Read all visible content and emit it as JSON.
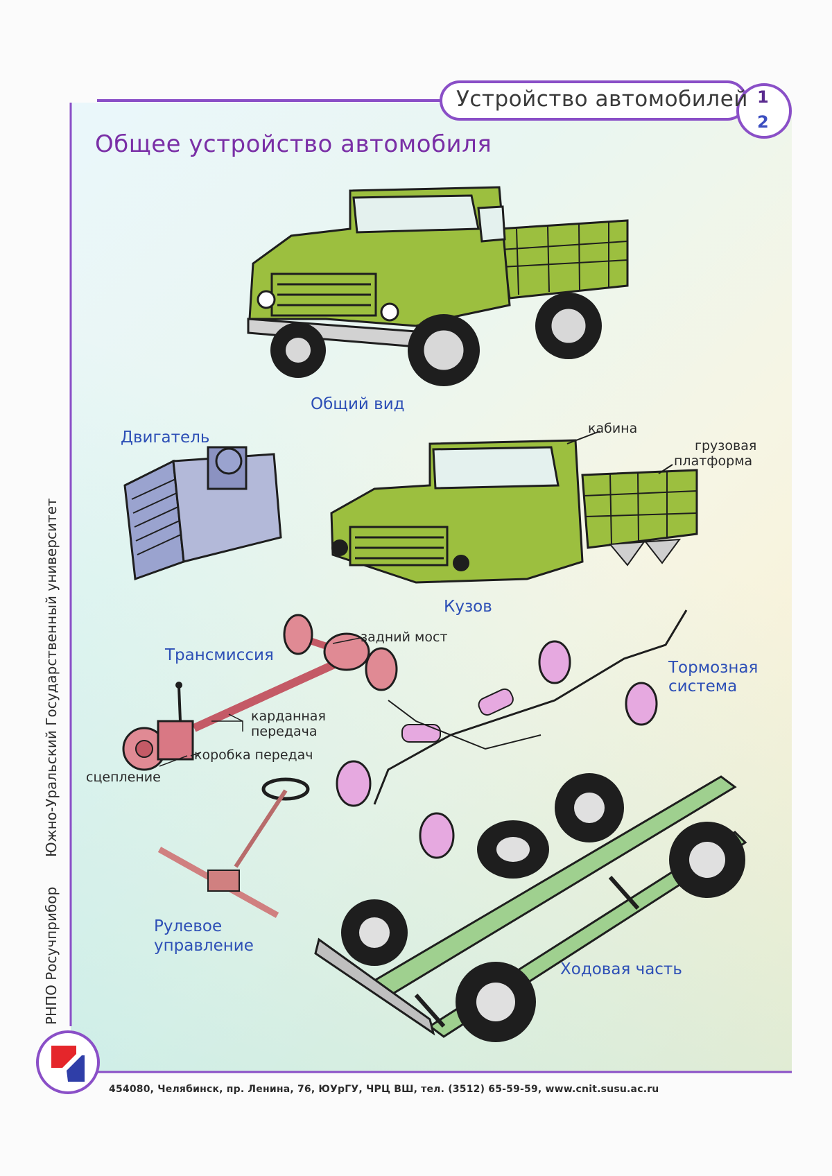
{
  "header": {
    "series_title": "Устройство автомобилей",
    "page_top": "1",
    "page_bottom": "2"
  },
  "page_title": "Общее устройство автомобиля",
  "labels": {
    "general_view": "Общий вид",
    "engine": "Двигатель",
    "cab": "кабина",
    "cargo_platform_1": "грузовая",
    "cargo_platform_2": "платформа",
    "body": "Кузов",
    "transmission": "Трансмиссия",
    "rear_axle": "задний мост",
    "driveshaft_1": "карданная",
    "driveshaft_2": "передача",
    "gearbox": "коробка передач",
    "clutch": "сцепление",
    "brake_system_1": "Тормозная",
    "brake_system_2": "система",
    "steering_1": "Рулевое",
    "steering_2": "управление",
    "chassis": "Ходовая часть"
  },
  "sidebar": {
    "publisher": "РНПО Росучприбор",
    "university": "Южно-Уральский Государственный университет"
  },
  "footer": {
    "address": "454080, Челябинск, пр. Ленина, 76, ЮУрГУ, ЧРЦ ВШ, тел. (3512) 65-59-59, www.cnit.susu.ac.ru"
  },
  "colors": {
    "truck_green": "#9cbf3f",
    "engine_blue": "#9aa3cf",
    "transmission_pink": "#e08a94",
    "brake_pink": "#e6a9e0",
    "chassis_green": "#9fd08f",
    "frame_purple": "#8a4fc7"
  }
}
